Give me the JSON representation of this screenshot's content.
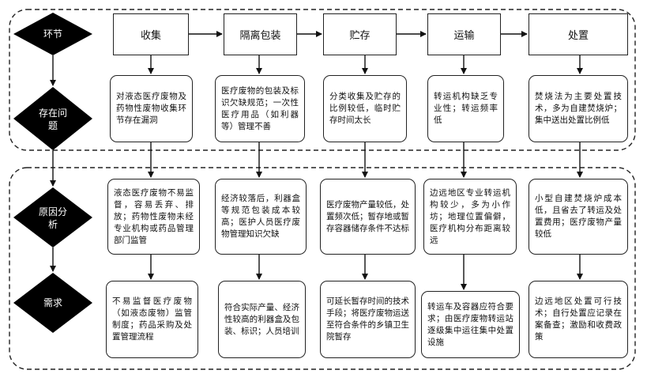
{
  "rows": {
    "stage": "环节",
    "issues": "存在问题",
    "causes": "原因分析",
    "needs": "需求"
  },
  "stages": [
    "收集",
    "隔离包装",
    "贮存",
    "运输",
    "处置"
  ],
  "issues": [
    "对液态医疗废物及药物性废物收集环节存在漏洞",
    "医疗废物的包装及标识欠缺规范；一次性医疗用品（如利器等）管理不善",
    "分类收集及贮存的比例较低，临时贮存时间太长",
    "转运机构缺乏专业性；转运频率低",
    "焚烧法为主要处置技术，多为自建焚烧炉；集中送出处置比例低"
  ],
  "causes": [
    "液态医疗废物不易监督，容易丢弃、排放；药物性废物未经专业机构或药品管理部门监管",
    "经济较落后，利器盒等规范包装成本较高；医护人员医疗废物管理知识欠缺",
    "医疗废物产量较低，处置频次低；暂存地或暂存容器储存条件不达标",
    "边远地区专业转运机构较少，多为小作坊；地理位置偏僻，医疗机构分布距离较远",
    "小型自建焚烧炉成本低，且省去了转运及处置费用；医疗废物产量较低"
  ],
  "needs": [
    "不易监督医疗废物（如液态废物）监管制度；药品采购及处置管理流程",
    "符合实际产量、经济性较高的利器盒及包装、标识；人员培训",
    "可延长暂存时间的技术手段；将医疗废物运送至符合条件的乡镇卫生院暂存",
    "转运车及容器应符合要求；由医疗废物转运站逐级集中运往集中处置设施",
    "边远地区处置可行技术；自行处置应记录在案备查；激励和收费政策"
  ]
}
